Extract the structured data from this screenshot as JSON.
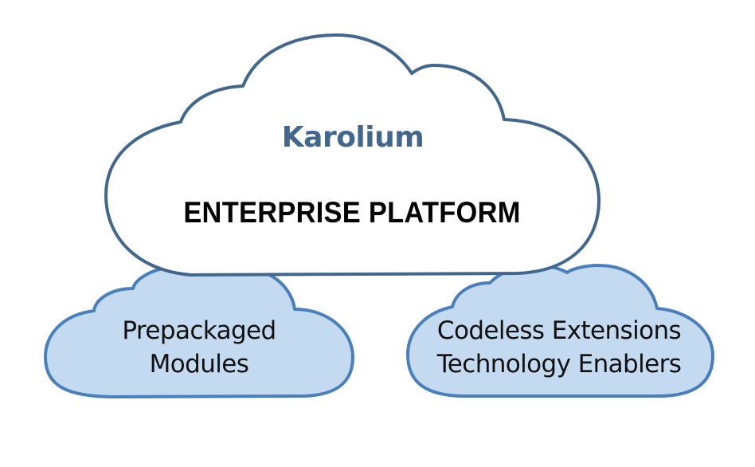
{
  "diagram": {
    "main_cloud": {
      "brand": "Karolium",
      "title": "ENTERPRISE PLATFORM",
      "brand_color": "#41678f",
      "stroke_color": "#41678f",
      "fill_color": "#ffffff"
    },
    "sub_clouds": [
      {
        "lines": [
          "Prepackaged",
          "Modules"
        ]
      },
      {
        "lines": [
          "Codeless Extensions",
          "Technology Enablers"
        ]
      }
    ],
    "sub_cloud_fill": "#c4daf0",
    "sub_cloud_stroke": "#4a7fbd"
  }
}
